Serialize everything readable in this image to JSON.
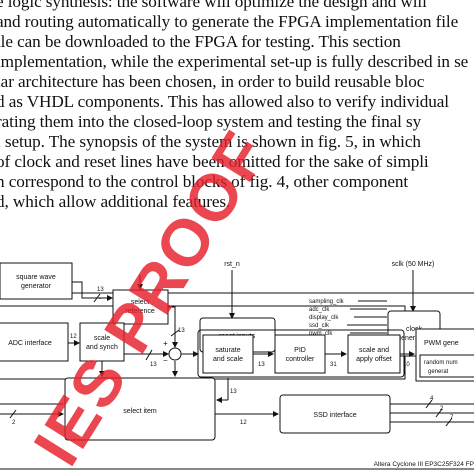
{
  "paragraph": {
    "lines": [
      "e logic synthesis: the software will optimize the design and will",
      "and routing automatically to generate the FPGA implementation file",
      "ile can be downloaded to the FPGA for testing. This section",
      "implementation, while the experimental set-up is fully described in se",
      "lar architecture has been chosen, in order to build reusable bloc",
      "d as VHDL components. This has allowed also to verify individual",
      "rating them into the closed-loop system and testing the final sy",
      "l setup. The synopsis of the system is shown in fig. 5, in which",
      "of clock and reset lines have been omitted for the sake of simpli",
      "n correspond to the control blocks of fig. 4, other component",
      "d, which allow additional features."
    ]
  },
  "diagram": {
    "blocks": {
      "square_wave": [
        "square wave",
        "generator"
      ],
      "select_reference": [
        "select",
        "reference"
      ],
      "reset_inputs": "reset inputs",
      "clock_generators": [
        "clock",
        "generators"
      ],
      "adc_interface": "ADC interface",
      "scale_synch": [
        "scale",
        "and synch"
      ],
      "saturate_scale": [
        "saturate",
        "and scale"
      ],
      "pid": [
        "PID",
        "controller"
      ],
      "scale_offset": [
        "scale and",
        "apply offset"
      ],
      "pwm": "PWM gene",
      "random": [
        "random num",
        "generat"
      ],
      "select_item": "select item",
      "ssd": "SSD interface"
    },
    "inputs": {
      "rst_n": "rst_n",
      "sclk": "sclk (50 MHz)"
    },
    "signals": [
      "sampling_clk",
      "adc_clk",
      "display_clk",
      "ssd_clk",
      "pwm_clk"
    ],
    "bus_widths": {
      "sq_to_sel": "13",
      "sel_out": "13",
      "adc_to_scale": "12",
      "scale_out": "13",
      "sum_out": "13",
      "pid_out": "31",
      "offset_out": "10",
      "bus_left": "2",
      "bus_mid": "13",
      "item_out": "12",
      "bus_r1": "4",
      "bus_r2": "2",
      "bus_r3": "7"
    },
    "plus_sign": "+",
    "minus_sign": "−",
    "fpga_label": "Altera Cyclone III EP3C25F324 FP"
  },
  "watermark": "IES PROOF"
}
